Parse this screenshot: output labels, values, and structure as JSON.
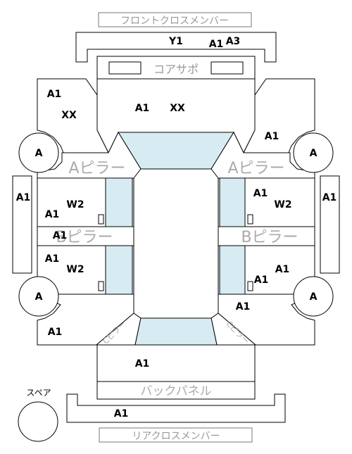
{
  "panels": {
    "front_cross_member": "フロントクロスメンバー",
    "core_support": "コアサポ",
    "a_pillar_left": "Aピラー",
    "a_pillar_right": "Aピラー",
    "b_pillar_left": "Bピラー",
    "b_pillar_right": "Bピラー",
    "back_panel": "バックパネル",
    "rear_cross_member": "リアクロスメンバー",
    "spare": "スペア",
    "c_pillar_left": "Cピラー",
    "c_pillar_right": "Cピラー"
  },
  "codes": {
    "front_member_y1": "Y1",
    "front_member_a1": "A1",
    "front_member_a3": "A3",
    "hood_a1": "A1",
    "hood_xx": "XX",
    "fender_left_a1": "A1",
    "fender_left_xx": "XX",
    "fender_right_a1": "A1",
    "wheel_fl": "A",
    "wheel_fr": "A",
    "wheel_rl": "A",
    "wheel_rr": "A",
    "step_left": "A1",
    "step_right": "A1",
    "front_door_left_a1": "A1",
    "front_door_left_w2": "W2",
    "front_door_right_a1": "A1",
    "front_door_right_w2": "W2",
    "b_pillar_left_a1": "A1",
    "rear_door_left_a1": "A1",
    "rear_door_left_w2": "W2",
    "rear_door_right_a1": "A1",
    "rear_door_right_a1b": "A1",
    "quarter_left_a1": "A1",
    "quarter_right_a1": "A1",
    "trunk_a1": "A1",
    "rear_member_a1": "A1"
  }
}
